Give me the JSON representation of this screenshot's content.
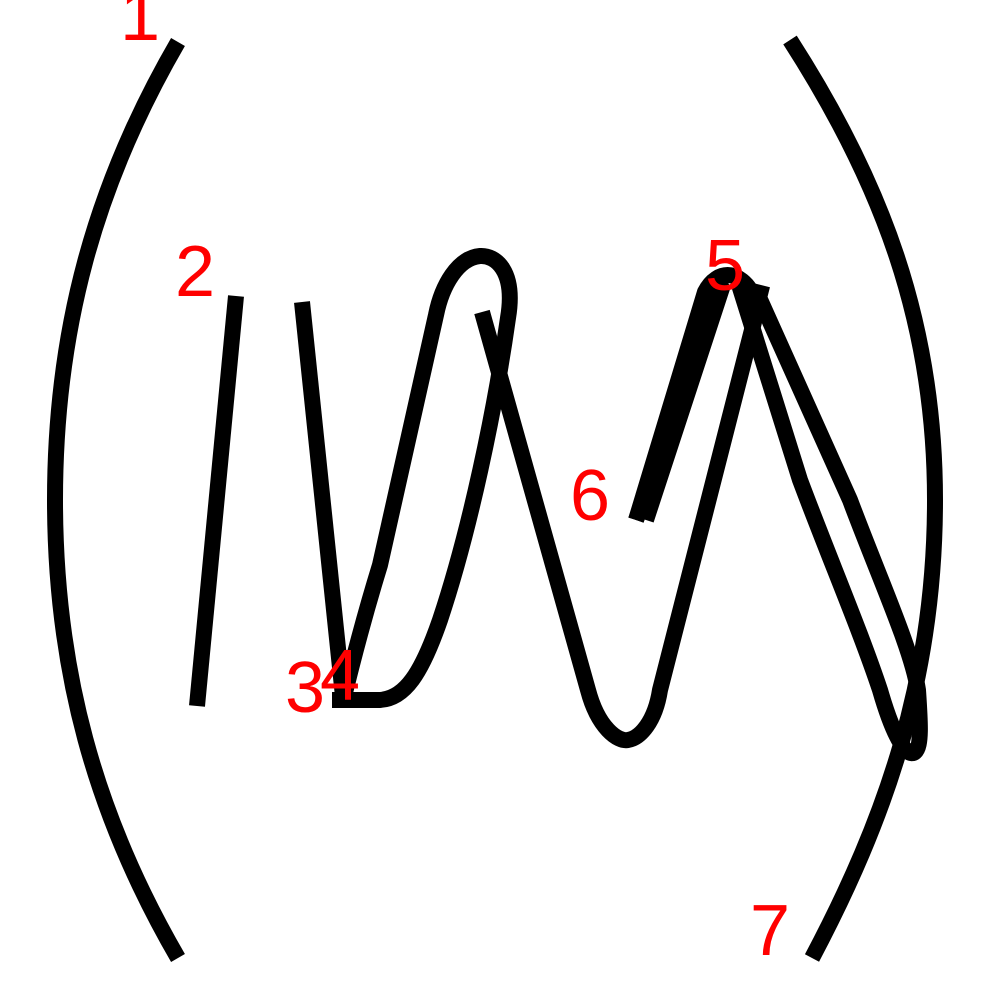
{
  "colors": {
    "stroke": "#000000",
    "label": "#ff0000",
    "background": "#ffffff"
  },
  "labels": {
    "l1": "1",
    "l2": "2",
    "l3": "3",
    "l4": "4",
    "l5": "5",
    "l6": "6",
    "l7": "7"
  }
}
